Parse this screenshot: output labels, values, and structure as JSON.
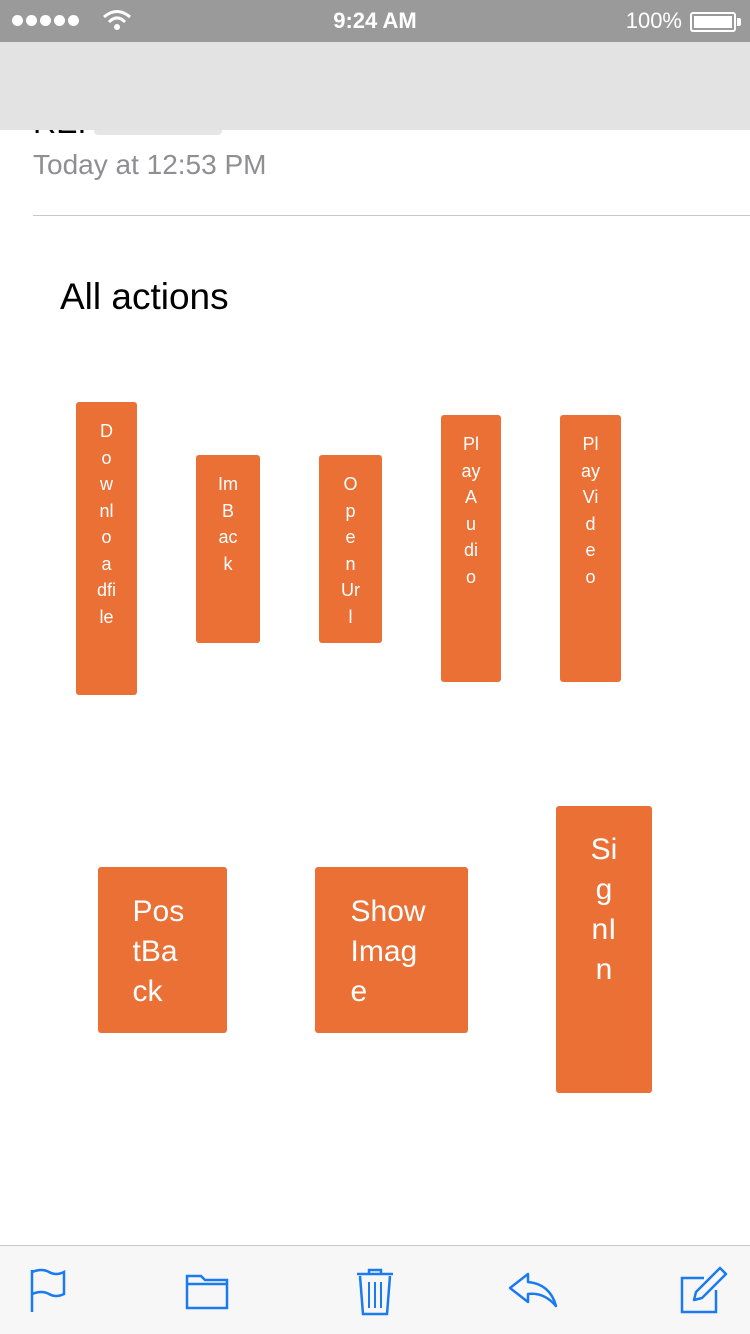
{
  "status_bar": {
    "time": "9:24 AM",
    "battery_percent": "100%",
    "signal_icon": "signal-dots-icon",
    "wifi_icon": "wifi-icon",
    "battery_icon": "battery-icon"
  },
  "message": {
    "subject_prefix": "RE:",
    "date": "Today at 12:53 PM"
  },
  "card": {
    "title": "All actions",
    "accent_color": "#ea7036",
    "actions": [
      {
        "label": "Downloadfile"
      },
      {
        "label": "ImBack"
      },
      {
        "label": "OpenUrl"
      },
      {
        "label": "PlayAudio"
      },
      {
        "label": "PlayVideo"
      },
      {
        "label": "PostBack"
      },
      {
        "label": "ShowImage"
      },
      {
        "label": "SignIn"
      }
    ]
  },
  "toolbar": {
    "icons": [
      "flag-icon",
      "folder-icon",
      "trash-icon",
      "reply-icon",
      "compose-icon"
    ],
    "tint_color": "#1a7bf0"
  }
}
